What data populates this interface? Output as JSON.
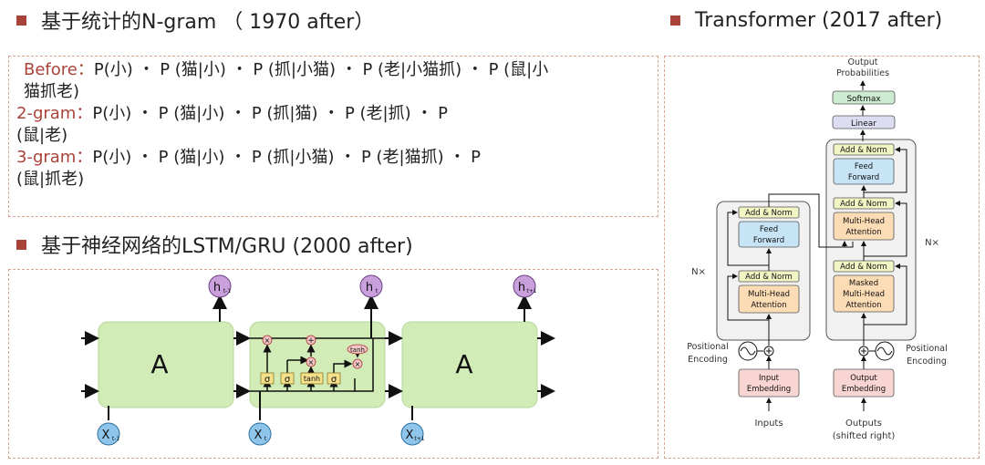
{
  "headings": {
    "ngram": "基于统计的N-gram （ 1970 after）",
    "lstm": "基于神经网络的LSTM/GRU (2000 after)",
    "transformer": "Transformer (2017 after)"
  },
  "ngram": {
    "before_label": "Before：",
    "before_line1": "P(小) ・ P (猫|小) ・ P (抓|小猫) ・ P (老|小猫抓) ・ P (鼠|小",
    "before_line2": "猫抓老)",
    "bigram_label": "2-gram：",
    "bigram_line1": "P(小) ・ P (猫|小) ・ P (抓|猫) ・ P (老|抓) ・ P",
    "bigram_line2": "(鼠|老)",
    "trigram_label": "3-gram：",
    "trigram_line1": "P(小) ・ P (猫|小) ・ P (抓|小猫) ・ P (老|猫抓) ・ P",
    "trigram_line2": "(鼠|抓老)"
  },
  "lstm": {
    "cell_left": "A",
    "cell_right": "A",
    "sigma": "σ",
    "tanh_gate": "tanh",
    "tanh_op": "tanh",
    "times": "×",
    "plus": "+",
    "h_prev": "h",
    "h_prev_sub": "t-1",
    "h_cur": "h",
    "h_cur_sub": "t",
    "h_next": "h",
    "h_next_sub": "t+1",
    "x_prev": "X",
    "x_prev_sub": "t-1",
    "x_cur": "X",
    "x_cur_sub": "t",
    "x_next": "X",
    "x_next_sub": "t+1"
  },
  "transformer": {
    "output_probs_1": "Output",
    "output_probs_2": "Probabilities",
    "softmax": "Softmax",
    "linear": "Linear",
    "add_norm": "Add & Norm",
    "feed_forward_1": "Feed",
    "feed_forward_2": "Forward",
    "mha_1": "Multi-Head",
    "mha_2": "Attention",
    "masked_1": "Masked",
    "masked_2": "Multi-Head",
    "masked_3": "Attention",
    "nx": "N×",
    "pos_enc_1": "Positional",
    "pos_enc_2": "Encoding",
    "input_emb_1": "Input",
    "input_emb_2": "Embedding",
    "output_emb_1": "Output",
    "output_emb_2": "Embedding",
    "inputs": "Inputs",
    "outputs_1": "Outputs",
    "outputs_2": "(shifted right)"
  },
  "colors": {
    "accent": "#a9433a",
    "cell_green": "#d2ecb8",
    "cell_border": "#b5d79a",
    "h_circle": "#c9a0dc",
    "x_circle": "#8fc5ea",
    "gate_yellow": "#f6e08a",
    "op_pink": "#f4c7c7",
    "add_norm": "#f1f4c3",
    "ff_blue": "#c7e4f7",
    "attn_orange": "#fbdcb4",
    "linear_purple": "#dcdcf2",
    "softmax_green": "#ccebd0",
    "emb_pink": "#f8d4d2"
  }
}
